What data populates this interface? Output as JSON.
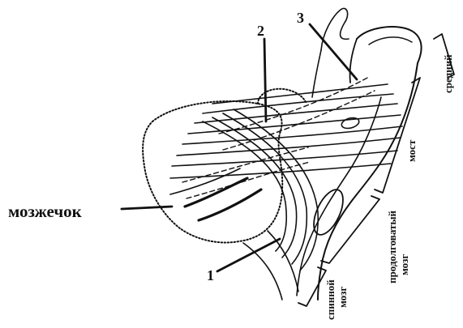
{
  "labels": {
    "cerebellum": "мозжечок",
    "num1": "1",
    "num2": "2",
    "num3": "3",
    "midbrain": "средний",
    "pons": "мост",
    "medulla_line1": "продолговатый",
    "medulla_line2": "мозг",
    "spinal_line1": "спинной",
    "spinal_line2": "мозг"
  }
}
